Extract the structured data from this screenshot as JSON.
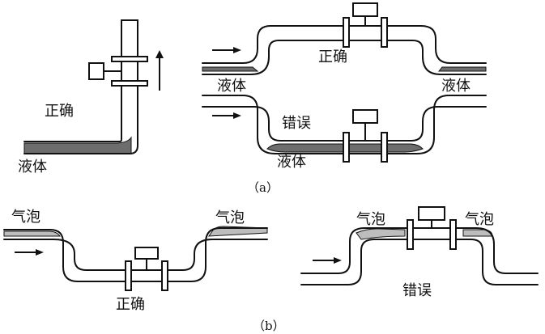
{
  "labels": {
    "correct": "正确",
    "wrong": "错误",
    "liquid": "液体",
    "bubble": "气泡"
  },
  "captions": {
    "a": "（a）",
    "b": "（b）"
  }
}
